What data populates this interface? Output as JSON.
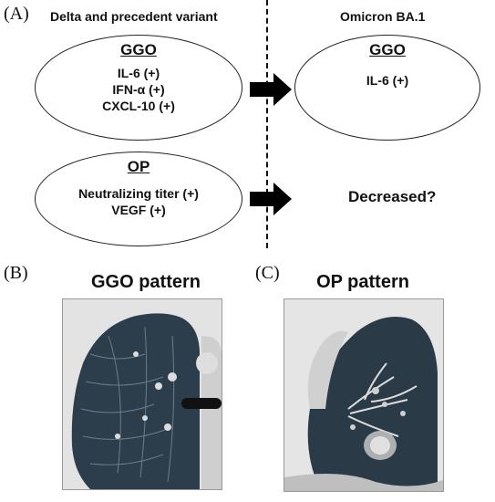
{
  "panelA": {
    "letter": "(A)",
    "left_header": "Delta and precedent variant",
    "right_header": "Omicron BA.1",
    "ggo_left": {
      "title": "GGO",
      "lines": [
        "IL-6 (+)",
        "IFN-α (+)",
        "CXCL-10 (+)"
      ]
    },
    "op_left": {
      "title": "OP",
      "lines": [
        "Neutralizing titer (+)",
        "VEGF (+)"
      ]
    },
    "ggo_right": {
      "title": "GGO",
      "lines": [
        "IL-6 (+)"
      ]
    },
    "op_right_text": "Decreased?"
  },
  "panelB": {
    "letter": "(B)",
    "title": "GGO pattern"
  },
  "panelC": {
    "letter": "(C)",
    "title": "OP pattern"
  }
}
